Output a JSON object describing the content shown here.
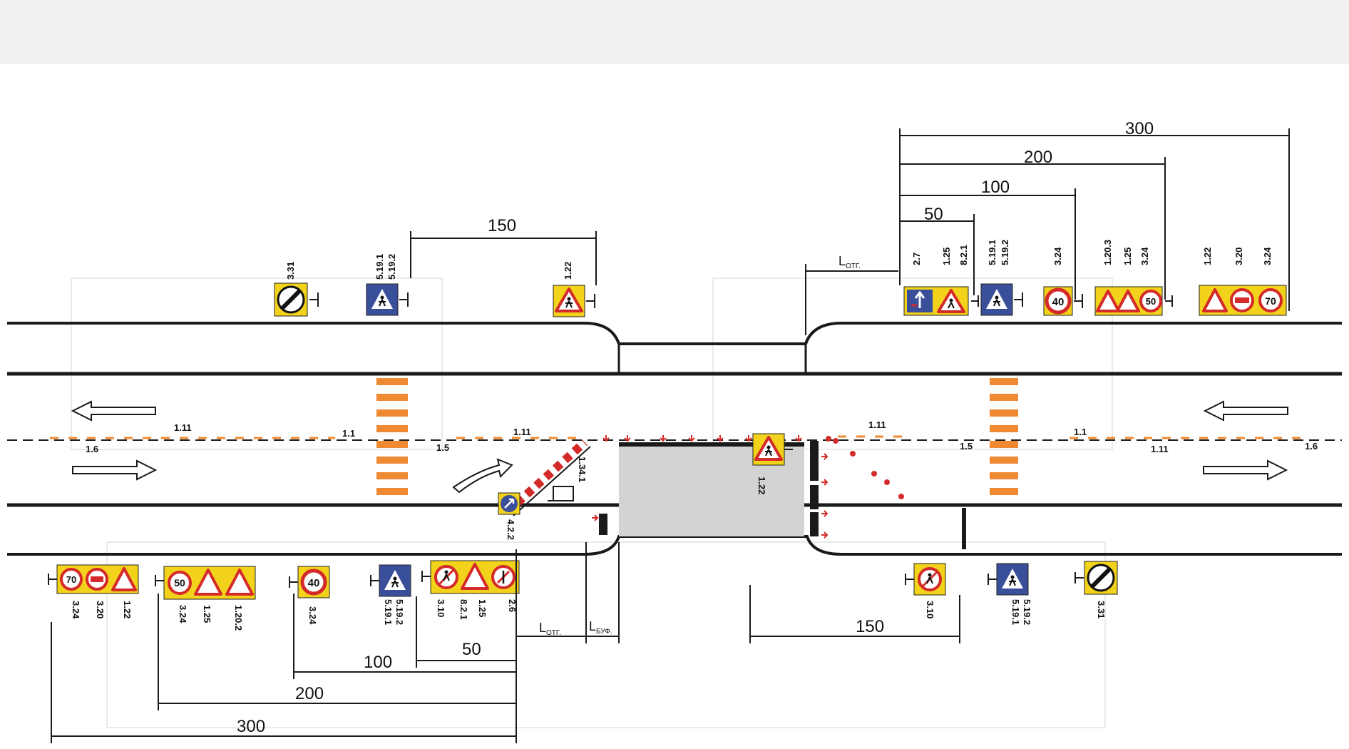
{
  "dimensions": {
    "top": {
      "d300": "300",
      "d200": "200",
      "d100": "100",
      "d50": "50",
      "d150": "150",
      "l_otg": "L",
      "l_otg_sub": "ОТГ."
    },
    "bottom": {
      "d300": "300",
      "d200": "200",
      "d100": "100",
      "d50": "50",
      "d150": "150",
      "l_otg": "L",
      "l_otg_sub": "ОТГ.",
      "l_buf": "L",
      "l_buf_sub": "БУФ."
    }
  },
  "top_sign_codes": {
    "g1": [
      "3.31"
    ],
    "g2": [
      "5.19.1",
      "5.19.2"
    ],
    "g3": [
      "1.22"
    ],
    "g4": [
      "2.7",
      "1.25",
      "8.2.1"
    ],
    "g5": [
      "5.19.1",
      "5.19.2"
    ],
    "g6": [
      "3.24"
    ],
    "g7": [
      "1.20.3",
      "1.25",
      "3.24"
    ],
    "g8": [
      "1.22",
      "3.20",
      "3.24"
    ]
  },
  "bottom_sign_codes": {
    "g1": [
      "3.24",
      "3.20",
      "1.22"
    ],
    "g2": [
      "3.24",
      "1.25",
      "1.20.2"
    ],
    "g3": [
      "3.24"
    ],
    "g4": [
      "5.19.1",
      "5.19.2"
    ],
    "g5": [
      "3.10",
      "8.2.1",
      "1.25",
      "2.6"
    ],
    "g6": [
      "3.10"
    ],
    "g7": [
      "5.19.1",
      "5.19.2"
    ],
    "g8": [
      "3.31"
    ]
  },
  "road_codes": {
    "m_1_1_left": "1.1",
    "m_1_1_right": "1.1",
    "m_1_11_a": "1.11",
    "m_1_11_b": "1.11",
    "m_1_11_c": "1.11",
    "m_1_11_d": "1.11",
    "m_1_6_left": "1.6",
    "m_1_6_right": "1.6",
    "m_1_5_left": "1.5",
    "m_1_5_right": "1.5",
    "m_1_34_1": "1.34.1",
    "sign_4_2_2": "4.2.2",
    "sign_1_22_work": "1.22"
  },
  "speed_values": {
    "s40": "40",
    "s50": "50",
    "s70": "70"
  },
  "colors": {
    "sign_yellow": "#f2d21a",
    "sign_red": "#d42a2a",
    "sign_blue": "#3a4f9a",
    "crosswalk_orange": "#f08a32",
    "work_zone_gray": "#d3d3d3",
    "line": "#1a1a1a"
  },
  "icons": [
    "pedestrian-warning-icon",
    "no-parking-end-icon",
    "speed-limit-icon",
    "pedestrian-crossing-icon",
    "priority-arrow-icon",
    "detour-direction-icon",
    "no-pedestrians-icon",
    "no-overtaking-icon"
  ]
}
